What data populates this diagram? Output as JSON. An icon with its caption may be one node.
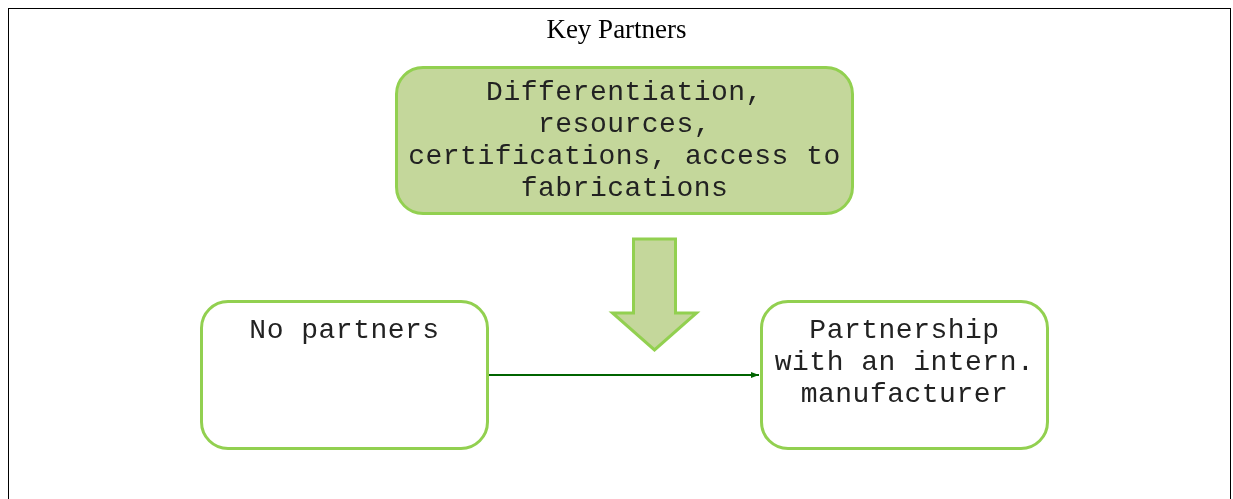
{
  "diagram": {
    "title": "Key Partners",
    "nodes": [
      {
        "text": [
          "Differentiation, resources, certifications, access to fabrications"
        ]
      },
      {
        "text": [
          "No partners"
        ]
      },
      {
        "text": [
          "Partnership with an intern. manufacturer"
        ]
      }
    ],
    "edges": [
      {
        "from": 0,
        "to": null,
        "arrow": "to",
        "style": "thick",
        "color": "#c4d79b"
      },
      {
        "from": 1,
        "to": 2,
        "arrow": "to",
        "color": "#006400"
      }
    ]
  }
}
